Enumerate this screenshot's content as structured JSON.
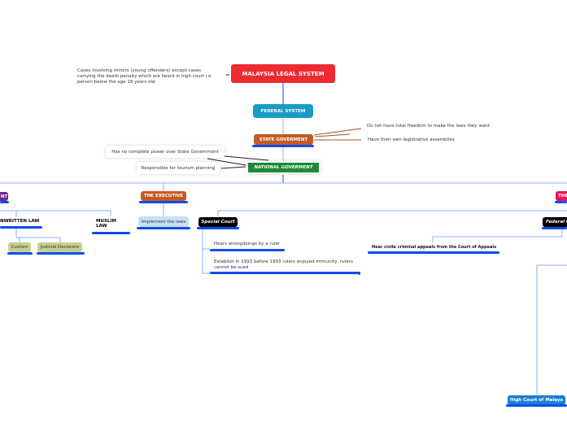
{
  "root": {
    "label": "MALAYSIA LEGAL SYSTEM",
    "color": "#ee2a33"
  },
  "minors_note": "Cases involving minors (young offenders) except cases carrying the death penalty which are heard in high court i.e person below the age 18 years old",
  "federal": {
    "label": "FEDERAL SYSTEM",
    "color": "#1a9bc4"
  },
  "state": {
    "label": "STATE GOVERMENT",
    "color": "#c55a22",
    "notes": [
      "Do not have total freedom to make the laws they want",
      "Have their own legistrative assemblies"
    ]
  },
  "national": {
    "label": "NATIONAL GOVERMENT",
    "color": "#1d8a36",
    "notes": [
      "Has no complete power over State Government",
      "Responsible for tourism planning"
    ]
  },
  "left_branch": {
    "label": "NT",
    "color": "#6a2d91"
  },
  "unwritten_law": {
    "label": "NWRITTEN LAW",
    "children": [
      "Custom",
      "Judicial Decisions"
    ]
  },
  "muslim_law": "MUSLIM LAW",
  "executive": {
    "label": "THE EXECUTIVE",
    "color": "#c55a22",
    "child": "Implement the laws"
  },
  "special_court": {
    "label": "Special Court",
    "notes": [
      "Hears wrongdoings by a ruler",
      "Establish in 1993 before 1993 rulers enjoyed immunity, rulers cannot be sued"
    ]
  },
  "right_branch": {
    "label": "THE",
    "color": "#e0195a"
  },
  "federal_court": {
    "label": "Federal C",
    "note": "Hear civile criminal appeals from the Court of Appeals"
  },
  "high_court": "High Court of Malaya"
}
